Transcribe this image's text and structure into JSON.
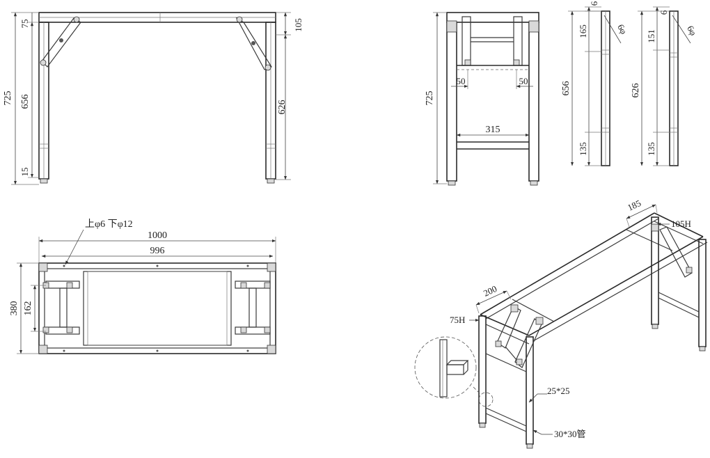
{
  "front_view": {
    "dim_total_height": "725",
    "dim_leg_height": "656",
    "dim_top_offset": "75",
    "dim_bottom": "15",
    "dim_right_top": "105",
    "dim_right_leg": "626"
  },
  "side_view": {
    "dim_height": "725",
    "dim_left_inset": "50",
    "dim_right_inset": "50",
    "dim_width": "315"
  },
  "leg_detail_a": {
    "dim_top": "6",
    "dim_upper": "165",
    "dim_length": "656",
    "dim_lower": "135",
    "hole": "6φ"
  },
  "leg_detail_b": {
    "dim_top": "6",
    "dim_upper": "151",
    "dim_length": "626",
    "dim_lower": "135",
    "hole": "6φ"
  },
  "top_view": {
    "hole_note": "上φ6 下φ12",
    "dim_outer_length": "1000",
    "dim_inner_length": "996",
    "dim_width": "380",
    "dim_inner_width": "162"
  },
  "iso_view": {
    "dim_top_width": "185",
    "dim_front_width": "200",
    "label_right_height": "105H",
    "label_left_height": "75H",
    "label_tube_small": "25*25",
    "label_tube_large": "30*30管"
  }
}
